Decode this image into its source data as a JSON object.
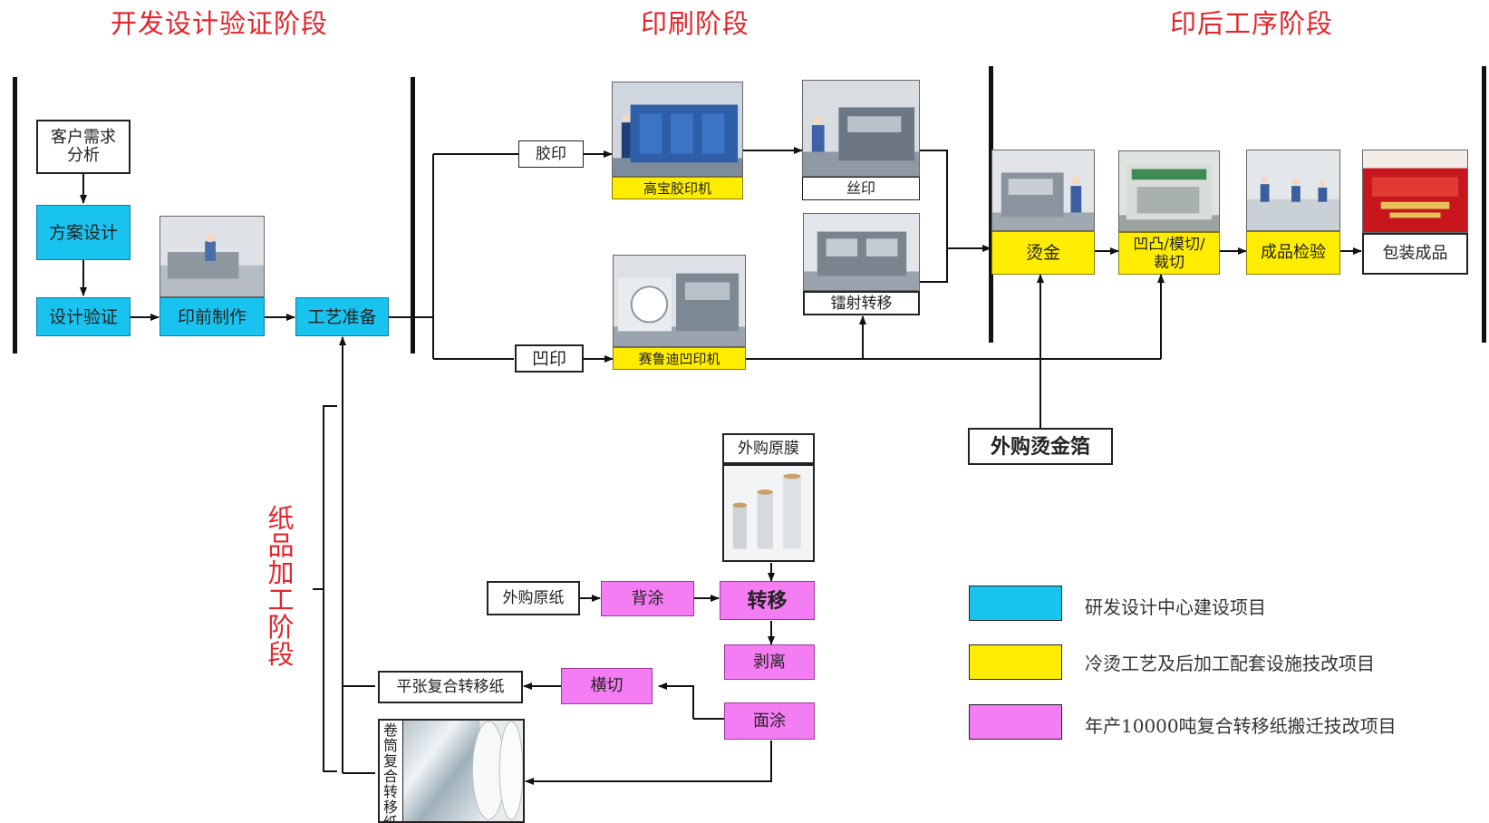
{
  "phases": {
    "dev": "开发设计验证阶段",
    "print": "印刷阶段",
    "post": "印后工序阶段",
    "paper": "纸品加工阶段"
  },
  "dev": {
    "customer": "客户需求分析",
    "plan": "方案设计",
    "verify": "设计验证",
    "prepress": "印前制作",
    "craft": "工艺准备"
  },
  "print": {
    "offset_label": "胶印",
    "gravure_label": "凹印",
    "offset_machine": "高宝胶印机",
    "silk": "丝印",
    "laser": "镭射转移",
    "gravure_machine": "赛鲁迪凹印机"
  },
  "post": {
    "gilding": "烫金",
    "emboss": "凹凸/模切/裁切",
    "inspect": "成品检验",
    "pack": "包装成品",
    "foil": "外购烫金箔"
  },
  "paper": {
    "film": "外购原膜",
    "raw_paper": "外购原纸",
    "back_coat": "背涂",
    "transfer": "转移",
    "peel": "剥离",
    "top_coat": "面涂",
    "cross_cut": "横切",
    "flat_sheet": "平张复合转移纸",
    "roll": "卷筒复合转移纸"
  },
  "legend": [
    {
      "color": "#19c3ef",
      "text": "研发设计中心建设项目"
    },
    {
      "color": "#ffed00",
      "text": "冷烫工艺及后加工配套设施技改项目"
    },
    {
      "color": "#f57df3",
      "text": "年产10000吨复合转移纸搬迁技改项目"
    }
  ],
  "colors": {
    "phase_title": "#e2262b",
    "blue": "#19c3ef",
    "yellow": "#ffed00",
    "pink": "#f57df3"
  }
}
